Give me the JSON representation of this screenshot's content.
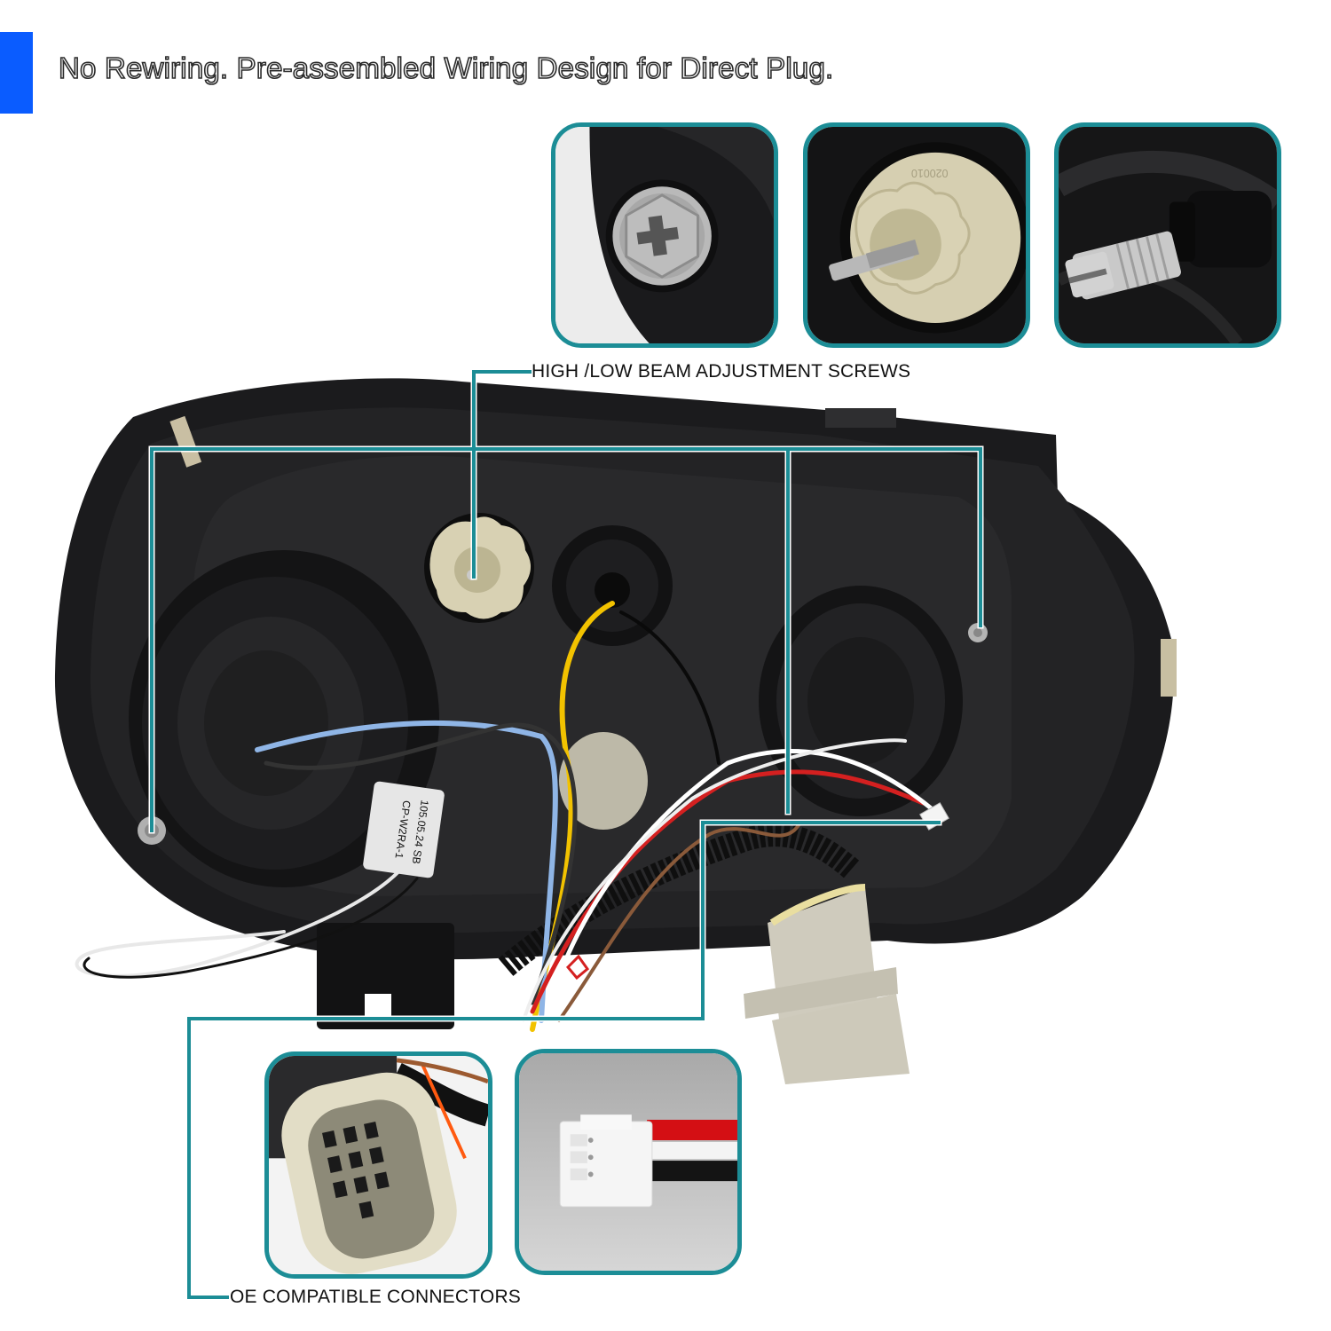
{
  "headline": "No Rewiring. Pre-assembled Wiring Design for Direct Plug.",
  "colors": {
    "accent_blue": "#0a5cff",
    "callout_teal": "#1c8d96",
    "housing_black": "#1c1c1e",
    "socket_beige": "#d9d2b4",
    "connector_grey": "#cfcbbd"
  },
  "callouts": {
    "top": {
      "label": "HIGH /LOW BEAM ADJUSTMENT SCREWS",
      "insets": [
        {
          "name": "phillips-adjustment-screw",
          "description": "Phillips hex-head adjustment screw"
        },
        {
          "name": "beige-socket-adjuster",
          "description": "Beige star socket with threaded adjuster",
          "marking": "020010"
        },
        {
          "name": "slotted-threaded-screw",
          "description": "Slotted threaded adjustment screw"
        }
      ]
    },
    "bottom": {
      "label": "OE COMPATIBLE CONNECTORS",
      "insets": [
        {
          "name": "ten-pin-oe-connector",
          "description": "10-pin OE style harness connector"
        },
        {
          "name": "three-pin-jst-connector",
          "description": "3-pin white connector with red, white, black wires"
        }
      ]
    }
  },
  "product": {
    "module_label_lines": [
      "CP-W2RA-1",
      "105.05.24 SB"
    ],
    "wire_colors": [
      "#f2c200",
      "#8fb5e6",
      "#d42020",
      "#ffffff",
      "#111111",
      "#8a5a3a"
    ]
  }
}
